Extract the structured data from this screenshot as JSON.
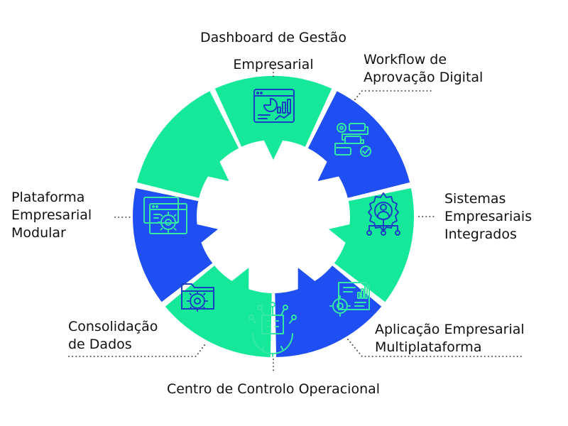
{
  "colors": {
    "green": "#16e89a",
    "blue": "#1f4ff2",
    "icon_on_green": "#1a3fc4",
    "icon_on_blue": "#33e9a4",
    "leader": "#555555"
  },
  "segments": [
    {
      "id": "top",
      "color": "green",
      "icon": "dashboard-chart-icon"
    },
    {
      "id": "top-right",
      "color": "blue",
      "icon": "workflow-approval-icon"
    },
    {
      "id": "right",
      "color": "green",
      "icon": "integrated-user-gear-icon"
    },
    {
      "id": "bottom-right",
      "color": "blue",
      "icon": "document-gear-chart-icon"
    },
    {
      "id": "bottom",
      "color": "green",
      "icon": "control-center-building-icon"
    },
    {
      "id": "bottom-left",
      "color": "blue",
      "icon": "folder-gear-icon"
    },
    {
      "id": "left",
      "color": "green",
      "icon": "modular-windows-gear-icon"
    }
  ],
  "labels": {
    "top": {
      "line1": "Dashboard de Gestão",
      "line2": "Empresarial"
    },
    "top_right": {
      "line1": "Workflow de",
      "line2": "Aprovação Digital"
    },
    "right": {
      "line1": "Sistemas",
      "line2": "Empresariais",
      "line3": "Integrados"
    },
    "bottom_right": {
      "line1": "Aplicação Empresarial",
      "line2": "Multiplataforma"
    },
    "bottom": {
      "line1": "Centro de Controlo Operacional"
    },
    "bottom_left": {
      "line1": "Consolidação",
      "line2": "de Dados"
    },
    "left": {
      "line1": "Plataforma",
      "line2": "Empresarial",
      "line3": "Modular"
    }
  }
}
